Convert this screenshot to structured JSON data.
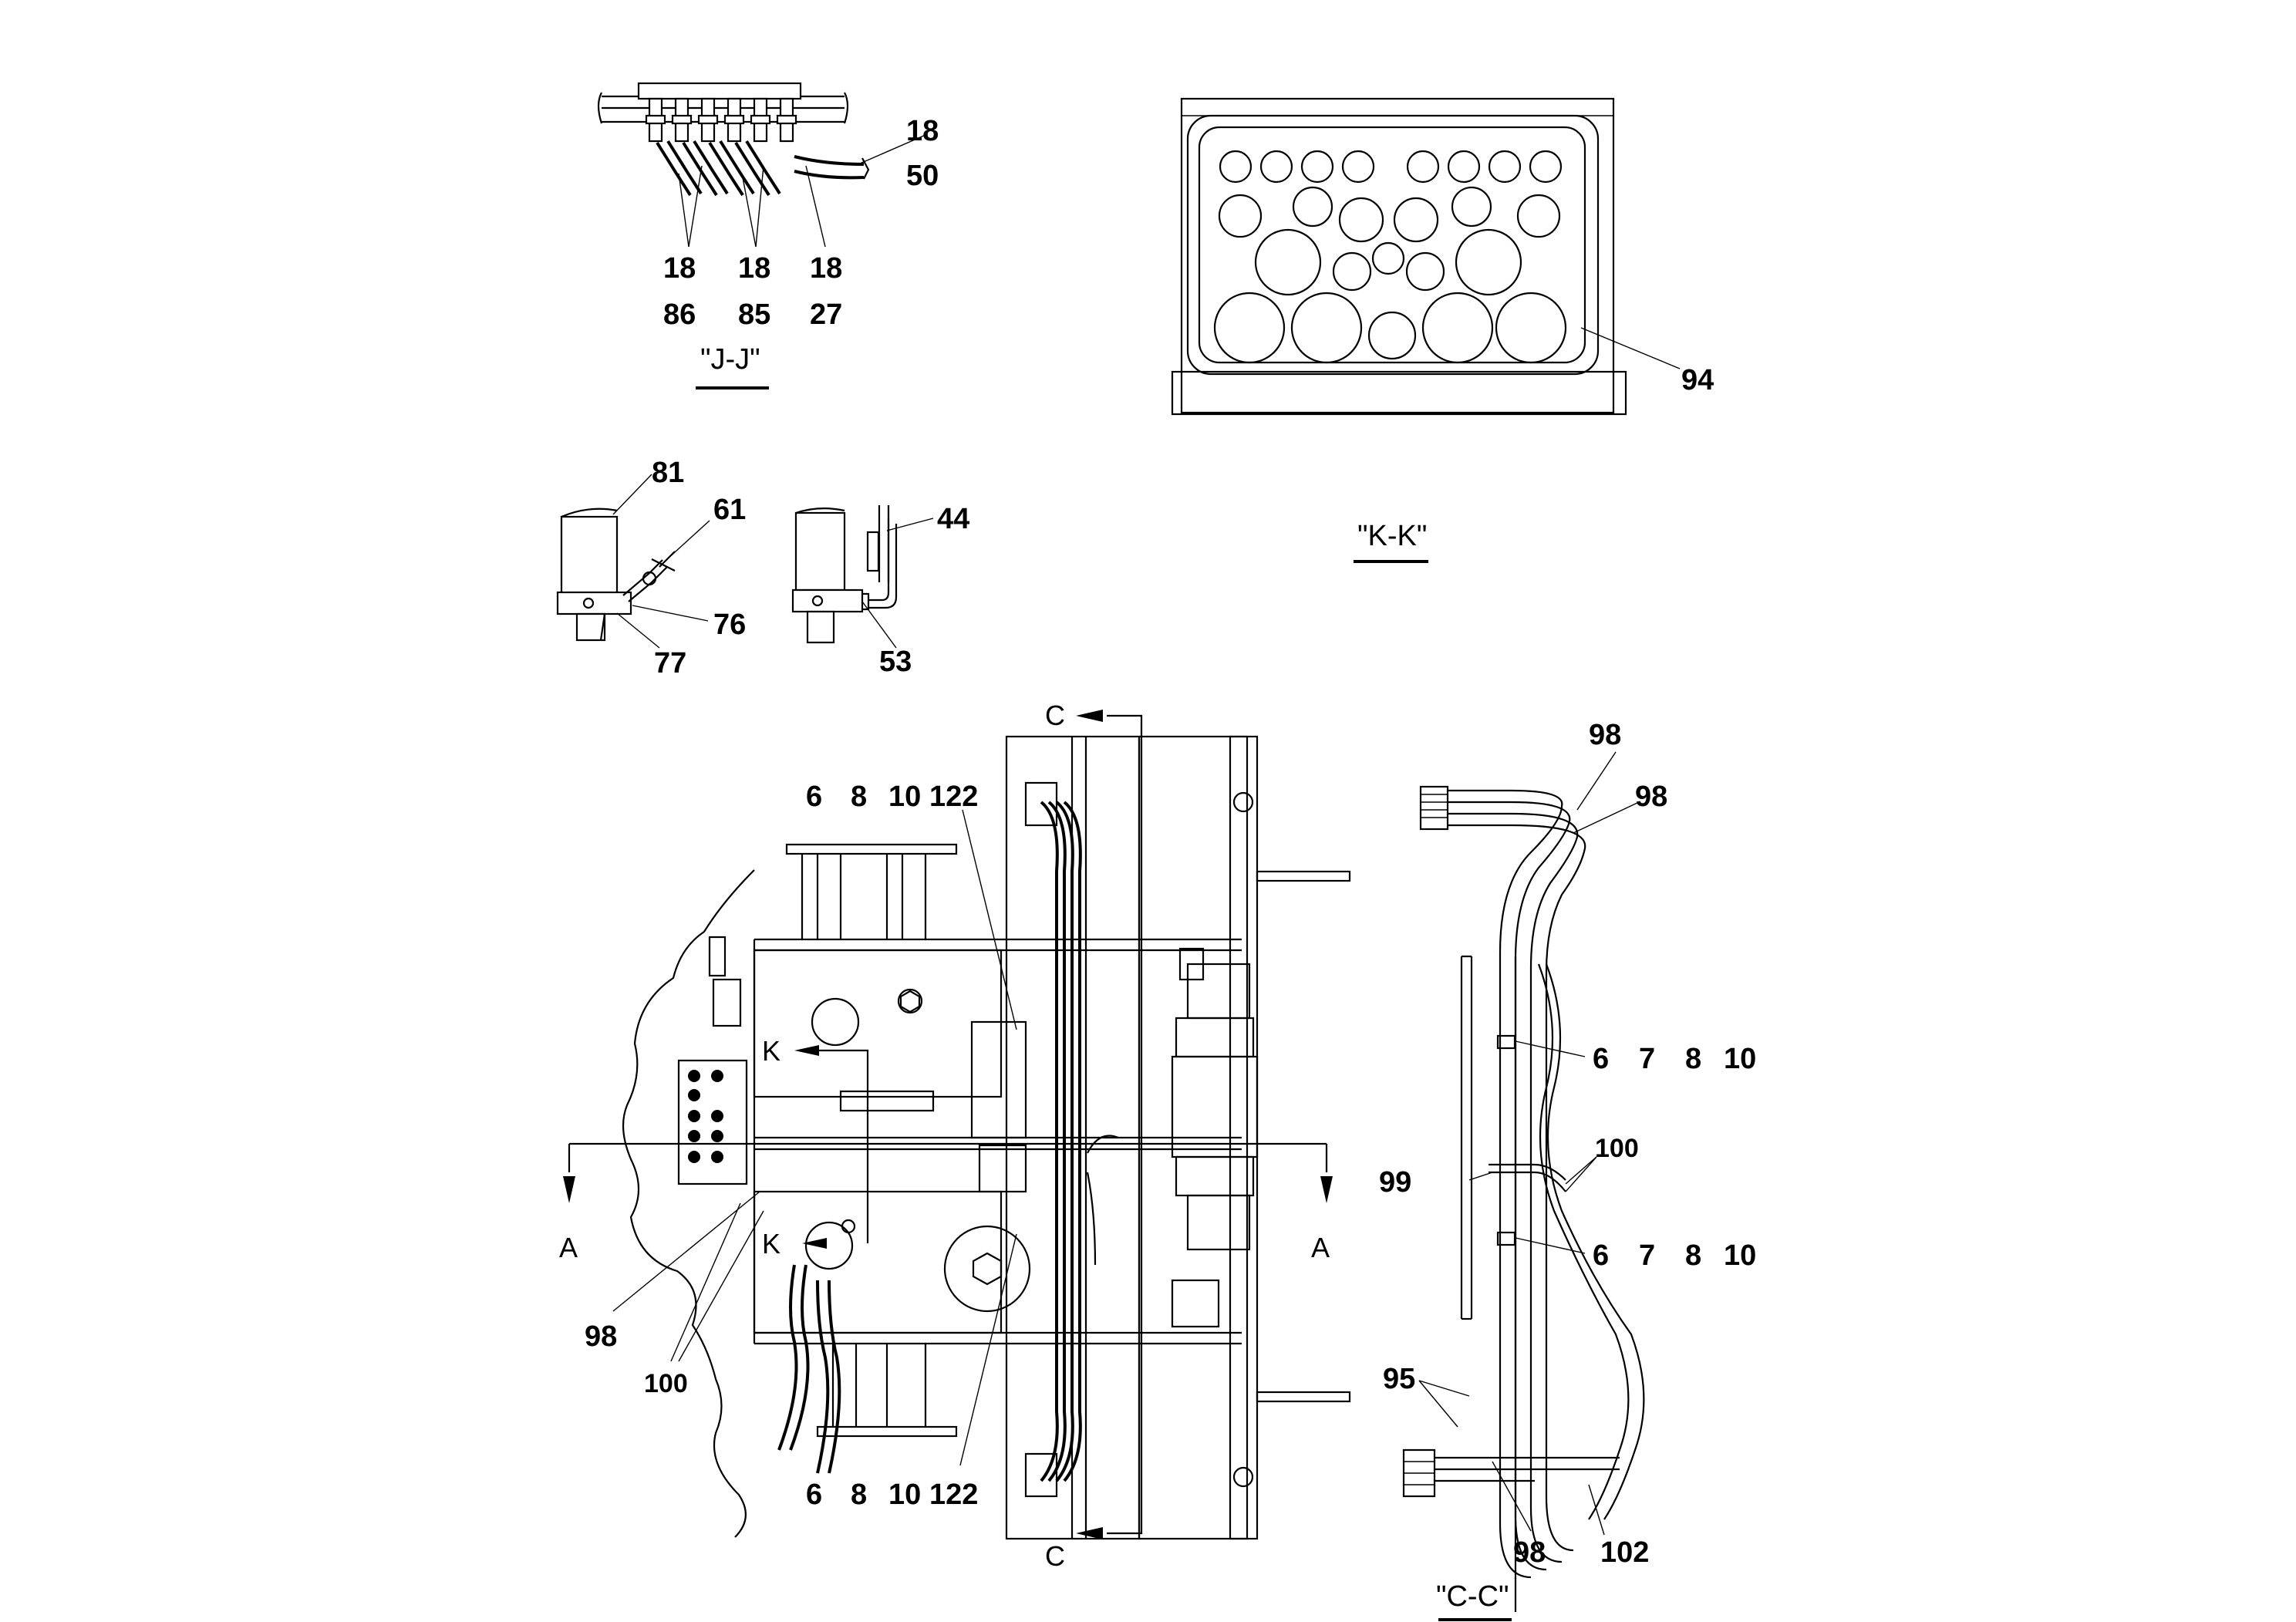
{
  "views": {
    "jj": {
      "title": "\"J-J\"",
      "labels": {
        "a1": "18",
        "a2": "50",
        "b1": "18",
        "b2": "86",
        "c1": "18",
        "c2": "85",
        "d1": "18",
        "d2": "27"
      }
    },
    "kk": {
      "title": "\"K-K\"",
      "labels": {
        "p94": "94"
      }
    },
    "details": {
      "labels": {
        "p81": "81",
        "p61": "61",
        "p76": "76",
        "p77": "77",
        "p44": "44",
        "p53": "53"
      }
    },
    "main": {
      "labels": {
        "t6": "6",
        "t8": "8",
        "t10": "10",
        "t122": "122",
        "b6": "6",
        "b8": "8",
        "b10": "10",
        "b122": "122",
        "p98": "98",
        "p100": "100"
      },
      "section_marks": {
        "c_top": "C",
        "c_bottom": "C",
        "a_left": "A",
        "a_right": "A",
        "k_top": "K",
        "k_bottom": "K"
      }
    },
    "cc": {
      "title": "\"C-C\"",
      "labels": {
        "p98a": "98",
        "p98b": "98",
        "r1a": "6",
        "r1b": "7",
        "r1c": "8",
        "r1d": "10",
        "p99": "99",
        "p100": "100",
        "r2a": "6",
        "r2b": "7",
        "r2c": "8",
        "r2d": "10",
        "p95": "95",
        "p98c": "98",
        "p102": "102"
      }
    }
  }
}
